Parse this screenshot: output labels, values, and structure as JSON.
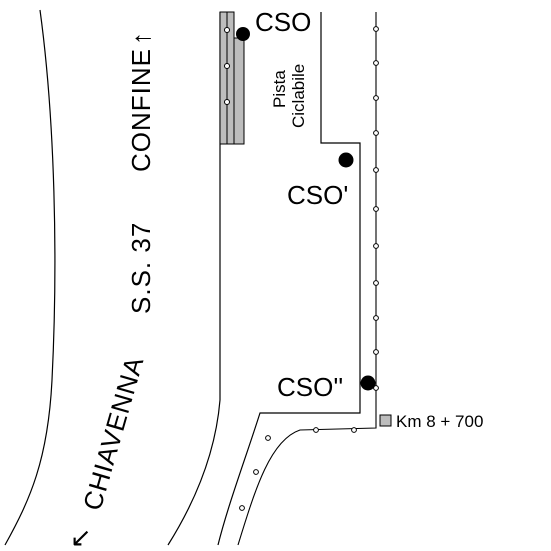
{
  "labels": {
    "confine": "CONFINE",
    "arrow_up": "↑",
    "road": "S.S. 37",
    "chiavenna": "CHIAVENNA",
    "arrow_down": "↙",
    "cso": "CSO",
    "cso_prime": "CSO'",
    "cso_double_prime": "CSO''",
    "bike_line1": "Pista",
    "bike_line2": "Ciclabile",
    "km": "Km 8 + 700"
  },
  "colors": {
    "line": "#000000",
    "hatch_fill": "#bdbdbd",
    "point": "#000000"
  }
}
